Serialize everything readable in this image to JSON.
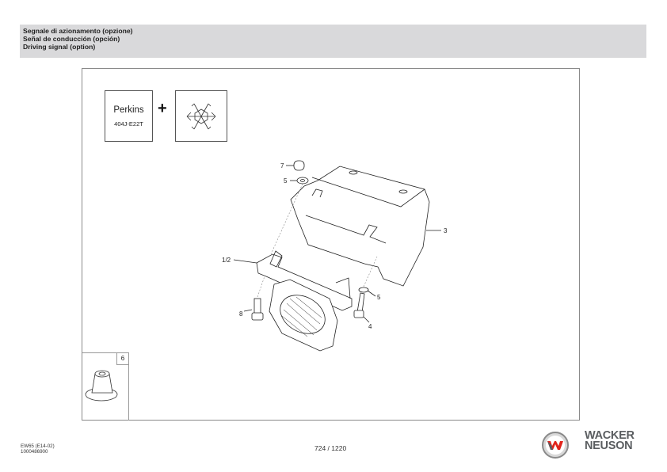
{
  "header": {
    "lines": [
      "Segnale di azionamento (opzione)",
      "Señal de conducción (opción)",
      "Driving signal (option)"
    ]
  },
  "figure": {
    "engine_badge": {
      "brand": "Perkins",
      "model": "404J-E22T"
    },
    "plus_symbol": "+",
    "cold_climate_icon": "snowflake-icon",
    "callouts": [
      "7",
      "5",
      "3",
      "1/2",
      "5",
      "8",
      "4"
    ],
    "inset": {
      "number": "6"
    }
  },
  "footer": {
    "model_code": "EW65 (E14-02)",
    "doc_number": "1000486900",
    "page": "724 / 1220",
    "logo": {
      "line1": "WACKER",
      "line2": "NEUSON",
      "accent_color": "#e2231a",
      "text_color": "#5a5d60"
    }
  }
}
